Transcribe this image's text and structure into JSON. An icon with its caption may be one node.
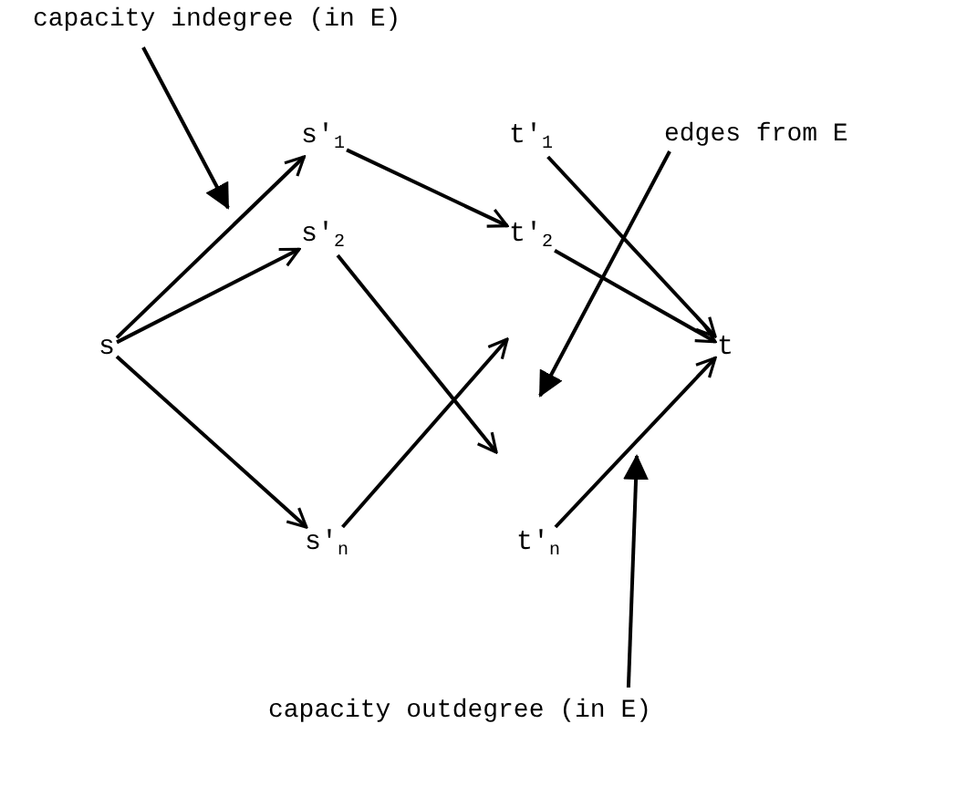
{
  "diagram": {
    "nodes": [
      {
        "text": [
          "capacity indegree (in E)"
        ]
      },
      {
        "text": [
          "s"
        ]
      },
      {
        "text": [
          "s′$_{1}$"
        ]
      },
      {
        "text": [
          "s′$_{2}$"
        ]
      },
      {
        "text": [
          "s′$_{n}$"
        ]
      },
      {
        "text": [
          "t′$_{1}$"
        ]
      },
      {
        "text": [
          "t′$_{2}$"
        ]
      },
      {
        "text": [
          "t′$_{n}$"
        ]
      },
      {
        "text": [
          "t"
        ]
      },
      {
        "text": [
          "edges from E"
        ]
      },
      {
        "text": [
          "capacity outdegree (in E)"
        ]
      }
    ],
    "edges": [
      {
        "from": 1,
        "to": 2,
        "arrow": "to"
      },
      {
        "from": 1,
        "to": 3,
        "arrow": "to"
      },
      {
        "from": 1,
        "to": 4,
        "arrow": "to"
      },
      {
        "from": 2,
        "to": 6,
        "arrow": "to"
      },
      {
        "from": 3,
        "to": null,
        "arrow": "to"
      },
      {
        "from": 4,
        "to": null,
        "arrow": "to"
      },
      {
        "from": 5,
        "to": 8,
        "arrow": "to"
      },
      {
        "from": 6,
        "to": 8,
        "arrow": "to"
      },
      {
        "from": 7,
        "to": 8,
        "arrow": "to"
      },
      {
        "from": 0,
        "to": null,
        "arrow": "to"
      },
      {
        "from": 9,
        "to": null,
        "arrow": "to"
      },
      {
        "from": 10,
        "to": null,
        "arrow": "to"
      }
    ]
  }
}
